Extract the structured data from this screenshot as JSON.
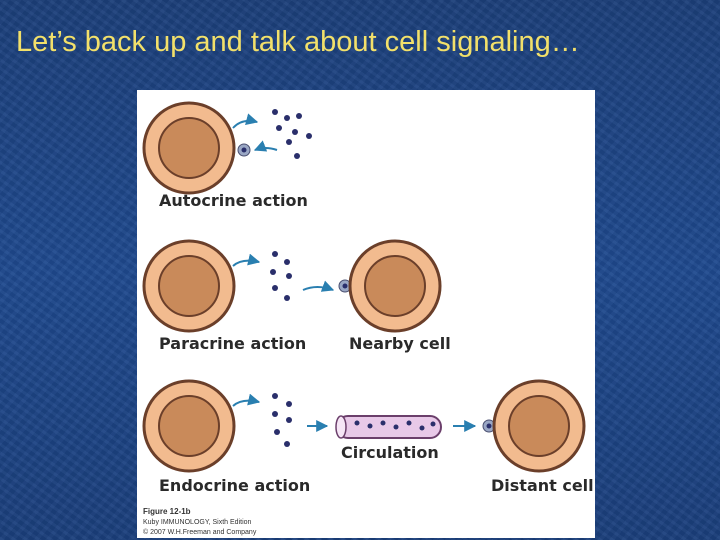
{
  "slide": {
    "title": "Let’s back up and talk about cell signaling…"
  },
  "figure": {
    "labels": {
      "autocrine": "Autocrine action",
      "paracrine": "Paracrine action",
      "nearby": "Nearby cell",
      "circulation": "Circulation",
      "endocrine": "Endocrine action",
      "distant": "Distant cell"
    },
    "caption": {
      "figure_number": "Figure 12-1b",
      "book": "Kuby IMMUNOLOGY, Sixth Edition",
      "copyright": "© 2007 W.H.Freeman and Company"
    },
    "colors": {
      "cell_outer": "#f2bb8f",
      "cell_border": "#6b3f2a",
      "nucleus": "#c98a5a",
      "arrow": "#2a7fb0",
      "dot": "#2a2f6b",
      "vessel": "#e8c9e8"
    }
  }
}
